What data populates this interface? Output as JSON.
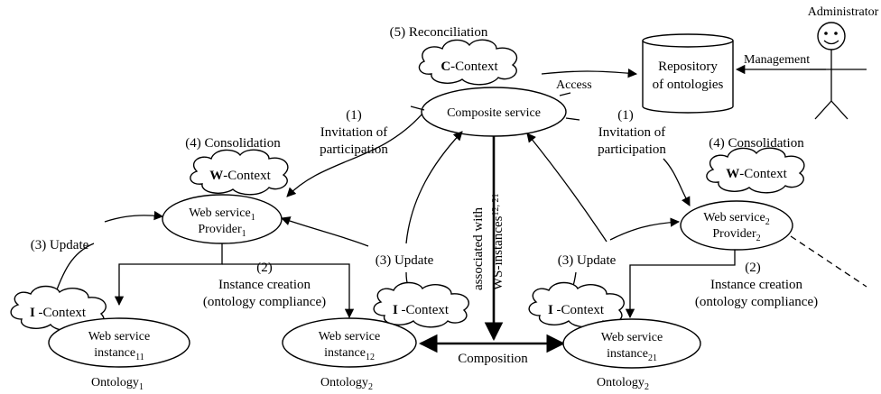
{
  "top": {
    "reconciliation": "(5) Reconciliation",
    "c_context_bold": "C",
    "c_context_rest": "-Context",
    "composite_service": "Composite service",
    "access": "Access",
    "repository_line1": "Repository",
    "repository_line2": "of ontologies",
    "management": "Management",
    "administrator": "Administrator"
  },
  "left": {
    "invitation_num": "(1)",
    "invitation_line1": "Invitation of",
    "invitation_line2": "participation",
    "consolidation": "(4) Consolidation",
    "w_context_bold": "W",
    "w_context_rest": "-Context",
    "ws_line1": "Web service",
    "ws_sub1": "1",
    "ws_line2": "Provider",
    "ws_sub2": "1",
    "update": "(3) Update",
    "instance_num": "(2)",
    "instance_line1": "Instance creation",
    "instance_line2": "(ontology compliance)",
    "i_context_bold": "I",
    "i_context_rest": " -Context",
    "inst_line1": "Web service",
    "inst_line2": "instance",
    "inst_sub": "11",
    "ontology": "Ontology",
    "ontology_sub": "1"
  },
  "middle": {
    "update": "(3) Update",
    "i_context_bold": "I",
    "i_context_rest": " -Context",
    "inst_line1": "Web service",
    "inst_line2": "instance",
    "inst_sub": "12",
    "ontology": "Ontology",
    "ontology_sub": "2",
    "assoc_line1": "associated with",
    "assoc_line2": "WS-instances",
    "assoc_sub": "12, 21",
    "composition": "Composition"
  },
  "right": {
    "invitation_num": "(1)",
    "invitation_line1": "Invitation of",
    "invitation_line2": "participation",
    "consolidation": "(4) Consolidation",
    "w_context_bold": "W",
    "w_context_rest": "-Context",
    "ws_line1": "Web service",
    "ws_sub1": "2",
    "ws_line2": "Provider",
    "ws_sub2": "2",
    "update": "(3) Update",
    "instance_num": "(2)",
    "instance_line1": "Instance creation",
    "instance_line2": "(ontology compliance)",
    "i_context_bold": "I",
    "i_context_rest": " -Context",
    "inst_line1": "Web service",
    "inst_line2": "instance",
    "inst_sub": "21",
    "ontology": "Ontology",
    "ontology_sub": "2"
  }
}
